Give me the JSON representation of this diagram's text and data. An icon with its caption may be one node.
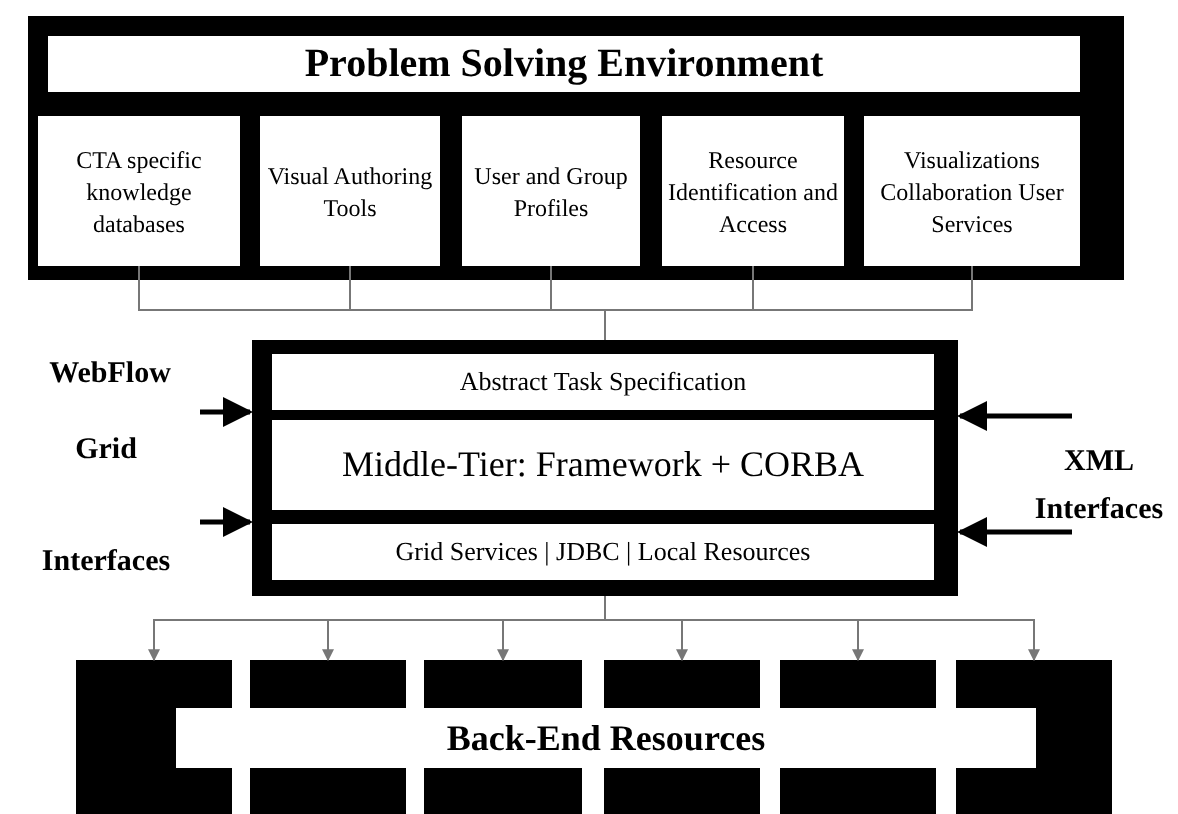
{
  "diagram": {
    "nodes": [
      {
        "text": [],
        "shape": "box"
      },
      {
        "text": [
          "Problem Solving Environment"
        ],
        "in": 0
      },
      {
        "text": [
          "CTA specific knowledge databases"
        ],
        "in": 0
      },
      {
        "text": [
          "Visual Authoring Tools"
        ],
        "in": 0
      },
      {
        "text": [
          "User and Group Profiles"
        ],
        "in": 0
      },
      {
        "text": [
          "Resource Identification and Access"
        ],
        "in": 0
      },
      {
        "text": [
          "Visualizations Collaboration User Services"
        ],
        "in": 0
      },
      {
        "text": [],
        "shape": "box"
      },
      {
        "text": [
          "Abstract Task Specification"
        ],
        "in": 7
      },
      {
        "text": [
          "Middle-Tier: Framework + CORBA"
        ],
        "in": 7
      },
      {
        "text": [
          "Grid Services | JDBC | Local Resources"
        ],
        "in": 7
      },
      {
        "text": [
          "WebFlow"
        ]
      },
      {
        "text": [
          "Grid",
          "Interfaces"
        ]
      },
      {
        "text": [
          "XML Interfaces"
        ]
      },
      {
        "text": [],
        "shape": "bar"
      },
      {
        "text": [],
        "shape": "bar"
      },
      {
        "text": [],
        "shape": "bar"
      },
      {
        "text": [],
        "shape": "bar"
      },
      {
        "text": [],
        "shape": "bar"
      },
      {
        "text": [],
        "shape": "bar"
      },
      {
        "text": [
          "Back-End Resources"
        ]
      }
    ],
    "edges": [
      {
        "from": 2,
        "to": 7,
        "arrow": "none"
      },
      {
        "from": 3,
        "to": 7,
        "arrow": "none"
      },
      {
        "from": 4,
        "to": 7,
        "arrow": "none"
      },
      {
        "from": 5,
        "to": 7,
        "arrow": "none"
      },
      {
        "from": 6,
        "to": 7,
        "arrow": "none"
      },
      {
        "from": 11,
        "to": 7,
        "arrow": "to",
        "style": "thick",
        "color": "#000000"
      },
      {
        "from": 12,
        "to": 7,
        "arrow": "to",
        "style": "thick",
        "color": "#000000"
      },
      {
        "from": 13,
        "to": 7,
        "arrow": "to",
        "style": "thick",
        "color": "#000000"
      },
      {
        "from": 13,
        "to": 7,
        "arrow": "to",
        "style": "thick",
        "color": "#000000"
      },
      {
        "from": 7,
        "to": 14,
        "arrow": "to"
      },
      {
        "from": 7,
        "to": 15,
        "arrow": "to"
      },
      {
        "from": 7,
        "to": 16,
        "arrow": "to"
      },
      {
        "from": 7,
        "to": 17,
        "arrow": "to"
      },
      {
        "from": 7,
        "to": 18,
        "arrow": "to"
      },
      {
        "from": 7,
        "to": 19,
        "arrow": "to"
      }
    ]
  }
}
